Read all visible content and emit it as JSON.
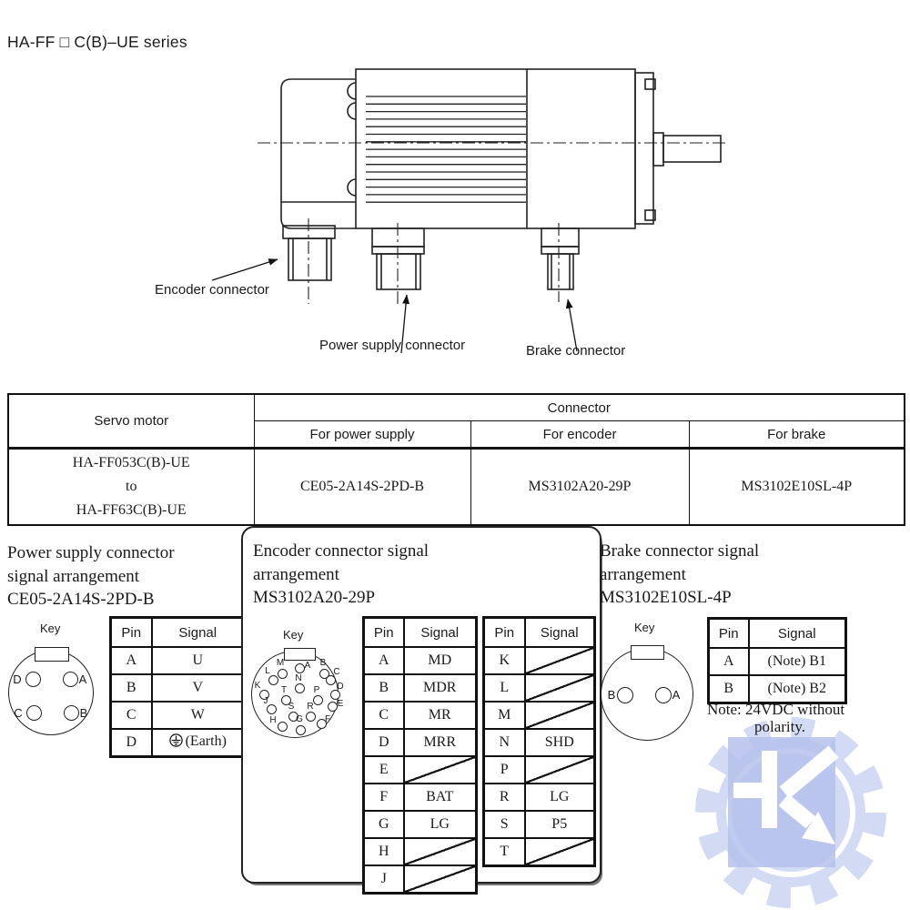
{
  "page": {
    "title": "HA-FF □ C(B)–UE series"
  },
  "diagram": {
    "labels": {
      "encoder": "Encoder connector",
      "power": "Power supply connector",
      "brake": "Brake connector"
    }
  },
  "selection_table": {
    "headers": {
      "servo_motor": "Servo motor",
      "connector": "Connector",
      "for_power_supply": "For power supply",
      "for_encoder": "For encoder",
      "for_brake": "For brake"
    },
    "row": {
      "servo_motor_lines": [
        "HA-FF053C(B)-UE",
        "to",
        "HA-FF63C(B)-UE"
      ],
      "power_supply": "CE05-2A14S-2PD-B",
      "encoder": "MS3102A20-29P",
      "brake": "MS3102E10SL-4P"
    }
  },
  "pin_table_headers": {
    "pin": "Pin",
    "signal": "Signal"
  },
  "key_label": "Key",
  "power_section": {
    "title_lines": [
      "Power supply connector",
      "signal arrangement",
      "CE05-2A14S-2PD-B"
    ],
    "key_pins": [
      "D",
      "A",
      "C",
      "B"
    ],
    "rows": [
      {
        "pin": "A",
        "signal": "U"
      },
      {
        "pin": "B",
        "signal": "V"
      },
      {
        "pin": "C",
        "signal": "W"
      },
      {
        "pin": "D",
        "signal": "(Earth)",
        "icon": "earth-ground"
      }
    ]
  },
  "encoder_section": {
    "title_lines": [
      "Encoder connector signal",
      "arrangement",
      "MS3102A20-29P"
    ],
    "key_pins": [
      "A",
      "B",
      "C",
      "D",
      "E",
      "F",
      "G",
      "H",
      "J",
      "K",
      "L",
      "M",
      "N",
      "P",
      "R",
      "S",
      "T"
    ],
    "table_a": [
      {
        "pin": "A",
        "signal": "MD"
      },
      {
        "pin": "B",
        "signal": "MDR"
      },
      {
        "pin": "C",
        "signal": "MR"
      },
      {
        "pin": "D",
        "signal": "MRR"
      },
      {
        "pin": "E",
        "signal": ""
      },
      {
        "pin": "F",
        "signal": "BAT"
      },
      {
        "pin": "G",
        "signal": "LG"
      },
      {
        "pin": "H",
        "signal": ""
      },
      {
        "pin": "J",
        "signal": ""
      }
    ],
    "table_b": [
      {
        "pin": "K",
        "signal": ""
      },
      {
        "pin": "L",
        "signal": ""
      },
      {
        "pin": "M",
        "signal": ""
      },
      {
        "pin": "N",
        "signal": "SHD"
      },
      {
        "pin": "P",
        "signal": ""
      },
      {
        "pin": "R",
        "signal": "LG"
      },
      {
        "pin": "S",
        "signal": "P5"
      },
      {
        "pin": "T",
        "signal": ""
      }
    ]
  },
  "brake_section": {
    "title_lines": [
      "Brake connector signal",
      "arrangement",
      "MS3102E10SL-4P"
    ],
    "key_pins": [
      "B",
      "A"
    ],
    "rows": [
      {
        "pin": "A",
        "signal": "(Note) B1"
      },
      {
        "pin": "B",
        "signal": "(Note) B2"
      }
    ],
    "note_lines": [
      "Note: 24VDC without",
      "polarity."
    ]
  },
  "watermark": {
    "icon": "gear-k-logo",
    "colors": {
      "gear": "#d3daf3",
      "square": "#b5c1eb",
      "glyph": "#ffffff"
    }
  }
}
